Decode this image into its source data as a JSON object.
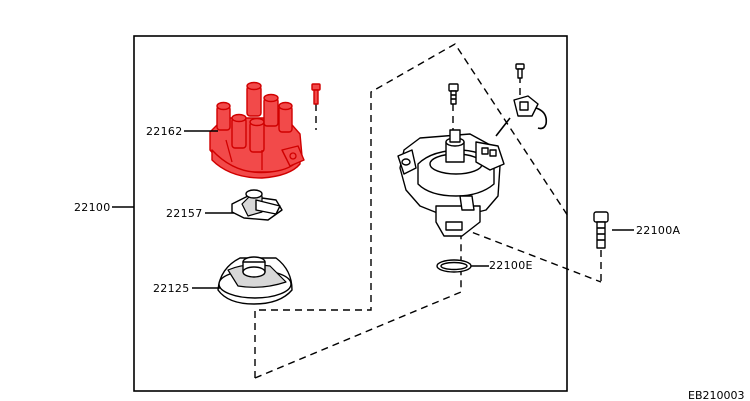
{
  "labels": {
    "assembly": "22100",
    "cap": "22162",
    "rotor": "22157",
    "shield": "22125",
    "bolt": "22100A",
    "oring": "22100E"
  },
  "reference_code": "EB210003",
  "colors": {
    "highlight": "#f24a4a",
    "outline": "#000000"
  }
}
